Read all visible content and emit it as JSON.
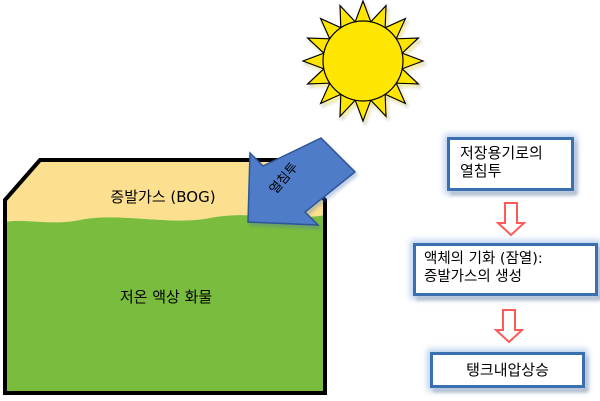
{
  "diagram": {
    "tank": {
      "gas_label": "증발가스 (BOG)",
      "liquid_label": "저온 액상 화물",
      "gas_color": "#fde08f",
      "liquid_color": "#7abd3e"
    },
    "heat_arrow": {
      "label": "열침투",
      "color": "#4f7cc8"
    },
    "sun": {
      "icon": "sun-icon",
      "color": "#ffe600"
    },
    "flow": [
      {
        "lines": [
          "저장용기로의",
          "열침투"
        ]
      },
      {
        "lines": [
          "액체의 기화 (잠열):",
          "증발가스의 생성"
        ]
      },
      {
        "lines": [
          "탱크내압상승"
        ]
      }
    ],
    "flow_arrow_color": "#ff5a5a"
  }
}
